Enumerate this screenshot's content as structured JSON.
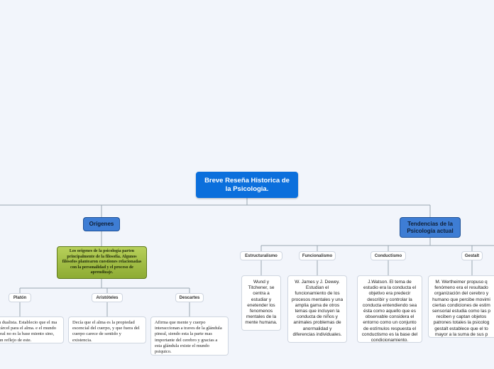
{
  "root": {
    "title": "Breve Reseña Historica de la Psicologia."
  },
  "origenes": {
    "label": "Orígenes",
    "summary": "Los origenes de la psicología parten principalmente de la filosofía. Algunos filósofos plantearon cuestiones relacionadas con la personalidad y el proceso de aprendizaje.",
    "philosophers": [
      {
        "name": "Platón",
        "text": "n dualista. Establecio que el ma cárcel para el alma. e el mundo real no es la base miento sino, un reflejo de este."
      },
      {
        "name": "Aristóteles",
        "text": "Decía que el alma es la propiedad escencial del cuerpo, y que fuera del cuerpo carece de sentido y existencia."
      },
      {
        "name": "Descartes",
        "text": "Afirma que mente y cuerpo interaccionan a traves de la glándula pineal, siendo esta la parte mas importante del cerebro y gracias a esta glándula existe el mundo psiquico."
      }
    ]
  },
  "tendencias": {
    "label": "Tendencias de la Psicología actual",
    "schools": [
      {
        "name": "Estructuralismo",
        "text": "Wund y Titchener, se centra a estudiar y enetender los fenomenos mentales de la mente humana."
      },
      {
        "name": "Funcionalismo",
        "text": "W. James y J. Dewey. Estudian el funcionamiento de los procesos mentales y una amplia gama de otros temas que incluyen la conducta de niños y animales problemas de anormalidad y diferencias individuales."
      },
      {
        "name": "Conductismo",
        "text": "J.Watson. El tema de estudio era la conducta el objetivo era predecir describir y controlar la conducta entendiendo sea ésta como aquello que es observable considera el entorno como un conjunto de estímulos respuesta el conductismo es la base del condicionamiento."
      },
      {
        "name": "Gestalt",
        "text": "M. Wertheimer propuso q fenómeno era el resultado organización del cerebro y humano que percibe movimi ciertas condiciones de estim sensorial estudia como las p reciben y captan objetos patrones totales la psicolog gestalt establece que el to mayor a la suma de sus p"
      }
    ]
  },
  "colors": {
    "background": "#f2f5fb",
    "root": "#0b6fdc",
    "main_topic": "#3e7dd4",
    "green_topic": "#a3bf45",
    "connector": "#9aa6b2"
  }
}
